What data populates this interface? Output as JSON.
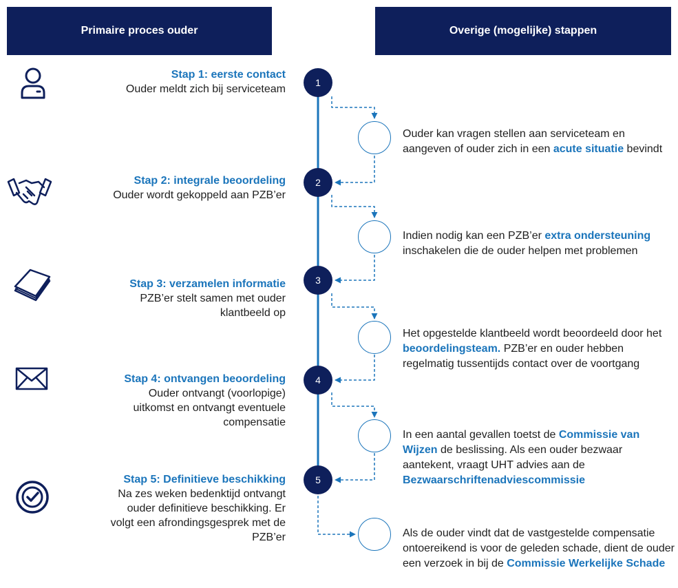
{
  "headers": {
    "left": "Primaire proces ouder",
    "right": "Overige (mogelijke) stappen"
  },
  "steps": [
    {
      "number": "1",
      "icon": "person-icon",
      "title": "Stap 1: eerste contact",
      "lines": [
        "Ouder meldt zich bij serviceteam"
      ]
    },
    {
      "number": "2",
      "icon": "handshake-icon",
      "title": "Stap 2: integrale beoordeling",
      "lines": [
        "Ouder wordt gekoppeld aan PZB’er"
      ]
    },
    {
      "number": "3",
      "icon": "papers-icon",
      "title": "Stap 3: verzamelen informatie",
      "lines": [
        "PZB’er stelt samen met ouder",
        "klantbeeld op"
      ]
    },
    {
      "number": "4",
      "icon": "envelope-icon",
      "title": "Stap 4: ontvangen beoordeling",
      "lines": [
        "Ouder ontvangt (voorlopige)",
        "uitkomst en ontvangt eventuele",
        "compensatie"
      ]
    },
    {
      "number": "5",
      "icon": "check-circle-icon",
      "title": "Stap 5: Definitieve beschikking",
      "lines": [
        "Na zes weken bedenktijd ontvangt",
        "ouder definitieve beschikking. Er",
        "volgt een afrondingsgesprek met de",
        "PZB’er"
      ]
    }
  ],
  "side_steps": [
    {
      "pre": "Ouder kan vragen stellen aan serviceteam en aangeven of ouder zich in een ",
      "highlight": "acute situatie",
      "post": " bevindt"
    },
    {
      "pre": "Indien nodig kan een PZB’er ",
      "highlight": "extra ondersteuning",
      "post": " inschakelen die de ouder helpen met problemen"
    },
    {
      "pre": "Het opgestelde klantbeeld wordt beoordeeld door het ",
      "highlight": "beoordelingsteam.",
      "post": " PZB’er en ouder hebben regelmatig tussentijds contact over de voortgang"
    },
    {
      "pre": "In een aantal gevallen toetst de ",
      "highlight": "Commissie van Wijzen",
      "post": " de beslissing. Als een ouder bezwaar aantekent, vraagt UHT advies aan de ",
      "highlight2": "Bezwaarschriftenadviescommissie"
    },
    {
      "pre": "Als de ouder vindt dat de vastgestelde compensatie ontoereikend is voor de geleden schade, dient de ouder een verzoek in bij de ",
      "highlight": "Commissie Werkelijke Schade",
      "post": ""
    }
  ],
  "colors": {
    "navy": "#0e1f5b",
    "accent": "#1b75bb"
  }
}
